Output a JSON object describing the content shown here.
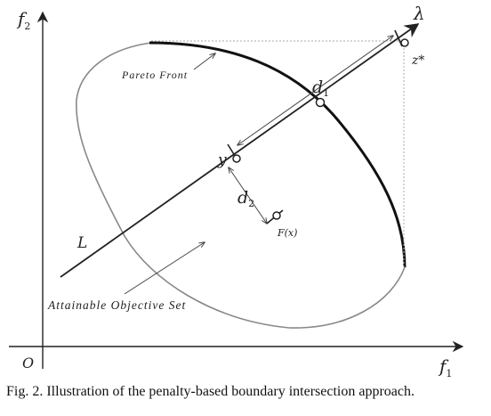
{
  "axes": {
    "origin_label": "O",
    "x_label": "f",
    "x_subscript": "1",
    "y_label": "f",
    "y_subscript": "2"
  },
  "labels": {
    "lambda": "λ",
    "z_star": "z*",
    "d1": "d",
    "d1_subscript": "1",
    "d2": "d",
    "d2_subscript": "2",
    "y": "y",
    "Fx": "F(x)",
    "L": "L",
    "pareto_front": "Pareto Front",
    "attainable_set": "Attainable Objective Set"
  },
  "caption": "Fig. 2.   Illustration of the penalty-based boundary intersection approach.",
  "colors": {
    "front": "#111111",
    "region": "#888888",
    "guide": "#aaaaaa",
    "ink": "#222222"
  }
}
